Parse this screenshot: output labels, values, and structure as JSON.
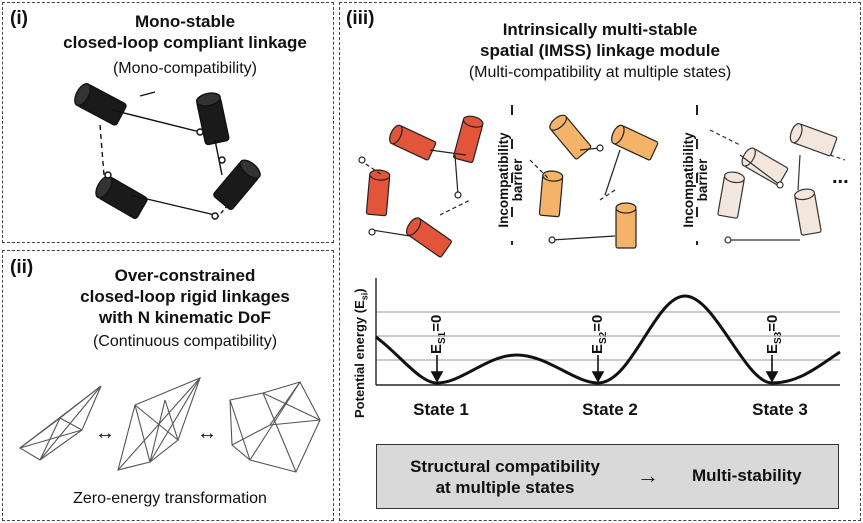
{
  "panel_i": {
    "tag": "(i)",
    "title_line1": "Mono-stable",
    "title_line2": "closed-loop compliant linkage",
    "subtitle": "(Mono-compatibility)"
  },
  "panel_ii": {
    "tag": "(ii)",
    "title_line1": "Over-constrained",
    "title_line2": "closed-loop rigid linkages",
    "title_line3": "with N kinematic DoF",
    "subtitle": "(Continuous compatibility)",
    "caption": "Zero-energy transformation",
    "arrow_glyph": "↔"
  },
  "panel_iii": {
    "tag": "(iii)",
    "title_line1": "Intrinsically multi-stable",
    "title_line2": "spatial (IMSS) linkage module",
    "subtitle": "(Multi-compatibility at multiple states)",
    "barrier_line1": "Incompatibility",
    "barrier_line2": "barrier",
    "ellipsis": "...",
    "y_axis_label": "Potential energy (E",
    "y_axis_sub": "si",
    "y_axis_close": ")",
    "energy_labels": [
      {
        "main": "E",
        "sub": "S1",
        "rest": "=0"
      },
      {
        "main": "E",
        "sub": "S2",
        "rest": "=0"
      },
      {
        "main": "E",
        "sub": "S3",
        "rest": "=0"
      }
    ],
    "states": [
      "State 1",
      "State 2",
      "State 3"
    ],
    "footer_left_line1": "Structural compatibility",
    "footer_left_line2": "at multiple states",
    "footer_arrow": "→",
    "footer_right": "Multi-stability"
  },
  "colors": {
    "state1": "#e2553a",
    "state2": "#f5b36a",
    "state3": "#f3e6dc",
    "mono": "#1a1a1a",
    "footer_bg": "#d9d9d9"
  }
}
